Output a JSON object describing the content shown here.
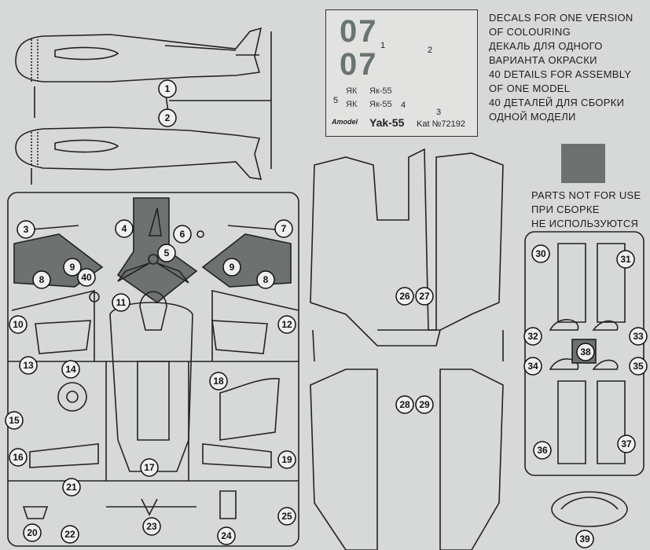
{
  "decal_sheet": {
    "numbers": [
      "07",
      "07"
    ],
    "marking_small": [
      "ЯК",
      "Як-55",
      "ЯК",
      "Як-55"
    ],
    "indices": [
      "1",
      "2",
      "3",
      "4",
      "5"
    ],
    "brand": "Amodel",
    "kit_name": "Yak-55",
    "catalog": "Kat №72192"
  },
  "notes": {
    "decals_lines": [
      "DECALS FOR ONE VERSION",
      "OF COLOURING",
      "ДЕКАЛЬ ДЛЯ ОДНОГО",
      "ВАРИАНТА ОКРАСКИ"
    ],
    "details_lines": [
      "40 DETAILS FOR ASSEMBLY",
      "OF ONE MODEL",
      "40 ДЕТАЛЕЙ ДЛЯ СБОРКИ",
      "ОДНОЙ МОДЕЛИ"
    ],
    "unused_lines": [
      "PARTS NOT FOR USE",
      "ПРИ СБОРКЕ",
      "НЕ ИСПОЛЬЗУЮТСЯ"
    ]
  },
  "parts": [
    "1",
    "2",
    "3",
    "4",
    "5",
    "6",
    "7",
    "8",
    "8",
    "9",
    "9",
    "10",
    "11",
    "12",
    "13",
    "14",
    "15",
    "16",
    "17",
    "18",
    "19",
    "20",
    "21",
    "22",
    "23",
    "24",
    "25",
    "26",
    "27",
    "28",
    "29",
    "30",
    "31",
    "32",
    "33",
    "34",
    "35",
    "36",
    "37",
    "38",
    "39",
    "40"
  ],
  "colors": {
    "unused_grey": "#6d716f",
    "line": "#222222",
    "paper": "#d7d9d8",
    "decal_grey": "#6a7570"
  }
}
